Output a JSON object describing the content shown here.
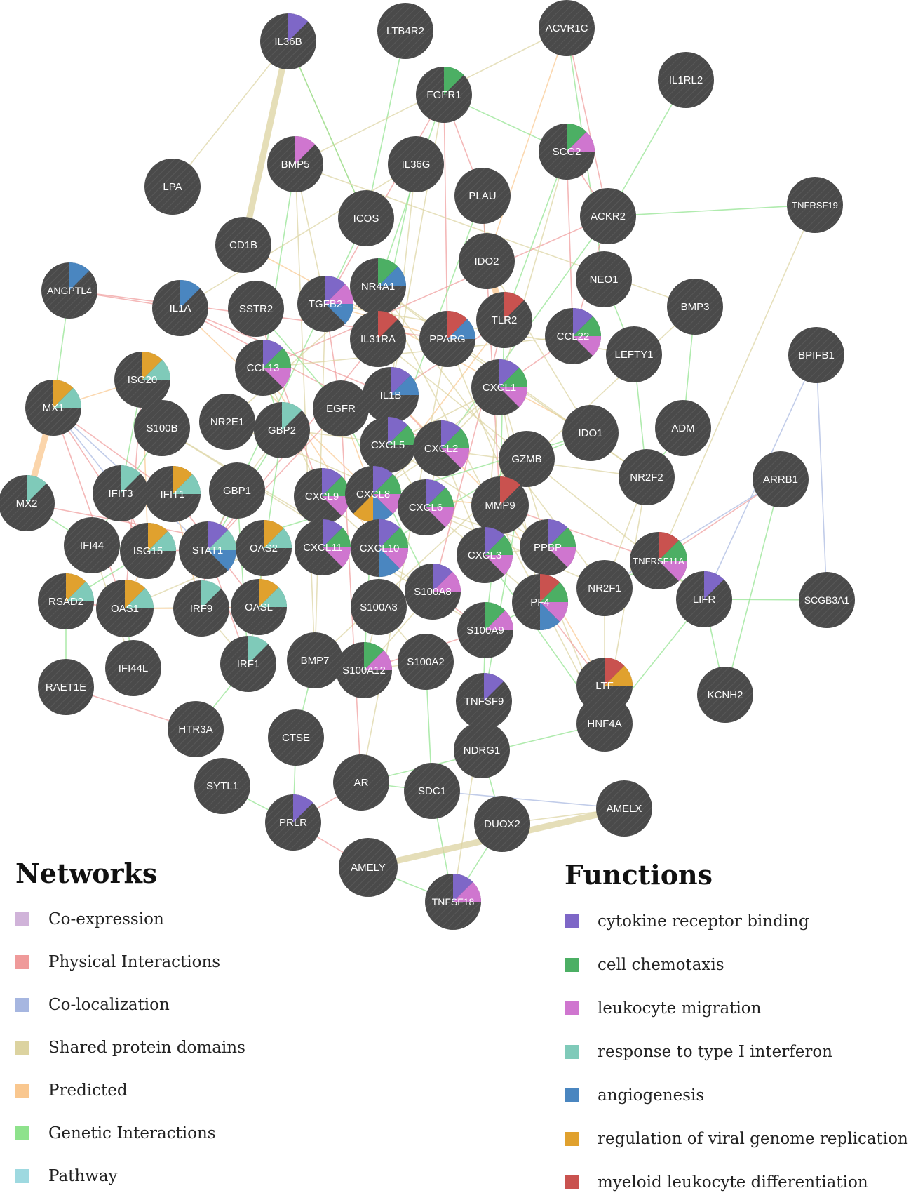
{
  "legend": {
    "networks_title": "Networks",
    "networks": [
      {
        "label": "Co-expression",
        "color": "#d0b3d9"
      },
      {
        "label": "Physical Interactions",
        "color": "#ef9a9a"
      },
      {
        "label": "Co-localization",
        "color": "#a6b6e0"
      },
      {
        "label": "Shared protein domains",
        "color": "#dcd3a0"
      },
      {
        "label": "Predicted",
        "color": "#f9c78f"
      },
      {
        "label": "Genetic Interactions",
        "color": "#8ee28c"
      },
      {
        "label": "Pathway",
        "color": "#9ed9e0"
      }
    ],
    "functions_title": "Functions",
    "functions": [
      {
        "label": "cytokine receptor binding",
        "color": "#7e67c7"
      },
      {
        "label": "cell chemotaxis",
        "color": "#4caf64"
      },
      {
        "label": "leukocyte migration",
        "color": "#cf76cf"
      },
      {
        "label": "response to type I interferon",
        "color": "#7fcab9"
      },
      {
        "label": "angiogenesis",
        "color": "#4a86c0"
      },
      {
        "label": "regulation of viral genome replication",
        "color": "#e0a12e"
      },
      {
        "label": "myeloid leukocyte differentiation",
        "color": "#c9524f"
      }
    ]
  },
  "network": {
    "nodes": [
      {
        "id": "IL36B",
        "functions": [
          "cytokine receptor binding"
        ]
      },
      {
        "id": "LTB4R2",
        "functions": []
      },
      {
        "id": "ACVR1C",
        "functions": []
      },
      {
        "id": "FGFR1",
        "functions": [
          "cell chemotaxis"
        ]
      },
      {
        "id": "IL1RL2",
        "functions": []
      },
      {
        "id": "BMP5",
        "functions": [
          "leukocyte migration"
        ]
      },
      {
        "id": "IL36G",
        "functions": []
      },
      {
        "id": "SCG2",
        "functions": [
          "cell chemotaxis",
          "leukocyte migration"
        ]
      },
      {
        "id": "LPA",
        "functions": []
      },
      {
        "id": "PLAU",
        "functions": []
      },
      {
        "id": "ICOS",
        "functions": []
      },
      {
        "id": "ACKR2",
        "functions": []
      },
      {
        "id": "TNFRSF19",
        "functions": []
      },
      {
        "id": "CD1B",
        "functions": []
      },
      {
        "id": "IDO2",
        "functions": []
      },
      {
        "id": "ANGPTL4",
        "functions": [
          "angiogenesis"
        ]
      },
      {
        "id": "NR4A1",
        "functions": [
          "cell chemotaxis",
          "angiogenesis"
        ]
      },
      {
        "id": "NEO1",
        "functions": []
      },
      {
        "id": "IL1A",
        "functions": [
          "angiogenesis"
        ]
      },
      {
        "id": "SSTR2",
        "functions": []
      },
      {
        "id": "TGFB2",
        "functions": [
          "cytokine receptor binding",
          "leukocyte migration",
          "angiogenesis"
        ]
      },
      {
        "id": "BMP3",
        "functions": []
      },
      {
        "id": "TLR2",
        "functions": [
          "myeloid leukocyte differentiation"
        ]
      },
      {
        "id": "IL31RA",
        "functions": [
          "myeloid leukocyte differentiation"
        ]
      },
      {
        "id": "PPARG",
        "functions": [
          "myeloid leukocyte differentiation",
          "angiogenesis"
        ]
      },
      {
        "id": "CCL22",
        "functions": [
          "cytokine receptor binding",
          "cell chemotaxis",
          "leukocyte migration"
        ]
      },
      {
        "id": "LEFTY1",
        "functions": []
      },
      {
        "id": "BPIFB1",
        "functions": []
      },
      {
        "id": "CCL13",
        "functions": [
          "cytokine receptor binding",
          "cell chemotaxis",
          "leukocyte migration"
        ]
      },
      {
        "id": "ISG20",
        "functions": [
          "regulation of viral genome replication",
          "response to type I interferon"
        ]
      },
      {
        "id": "CXCL1",
        "functions": [
          "cytokine receptor binding",
          "cell chemotaxis",
          "leukocyte migration"
        ]
      },
      {
        "id": "IL1B",
        "functions": [
          "cytokine receptor binding",
          "angiogenesis"
        ]
      },
      {
        "id": "MX1",
        "functions": [
          "regulation of viral genome replication",
          "response to type I interferon"
        ]
      },
      {
        "id": "EGFR",
        "functions": []
      },
      {
        "id": "ADM",
        "functions": []
      },
      {
        "id": "S100B",
        "functions": []
      },
      {
        "id": "NR2E1",
        "functions": []
      },
      {
        "id": "GBP2",
        "functions": [
          "response to type I interferon"
        ]
      },
      {
        "id": "CXCL5",
        "functions": [
          "cytokine receptor binding",
          "cell chemotaxis"
        ]
      },
      {
        "id": "CXCL2",
        "functions": [
          "cytokine receptor binding",
          "cell chemotaxis",
          "leukocyte migration"
        ]
      },
      {
        "id": "IDO1",
        "functions": []
      },
      {
        "id": "GZMB",
        "functions": []
      },
      {
        "id": "NR2F2",
        "functions": []
      },
      {
        "id": "ARRB1",
        "functions": []
      },
      {
        "id": "MX2",
        "functions": [
          "response to type I interferon"
        ]
      },
      {
        "id": "IFIT3",
        "functions": [
          "response to type I interferon"
        ]
      },
      {
        "id": "IFIT1",
        "functions": [
          "regulation of viral genome replication",
          "response to type I interferon"
        ]
      },
      {
        "id": "GBP1",
        "functions": []
      },
      {
        "id": "CXCL9",
        "functions": [
          "cytokine receptor binding",
          "cell chemotaxis",
          "leukocyte migration"
        ]
      },
      {
        "id": "CXCL8",
        "functions": [
          "cytokine receptor binding",
          "cell chemotaxis",
          "leukocyte migration",
          "angiogenesis",
          "regulation of viral genome replication"
        ]
      },
      {
        "id": "CXCL6",
        "functions": [
          "cytokine receptor binding",
          "cell chemotaxis",
          "leukocyte migration"
        ]
      },
      {
        "id": "MMP9",
        "functions": [
          "myeloid leukocyte differentiation"
        ]
      },
      {
        "id": "IFI44",
        "functions": []
      },
      {
        "id": "ISG15",
        "functions": [
          "regulation of viral genome replication",
          "response to type I interferon"
        ]
      },
      {
        "id": "STAT1",
        "functions": [
          "cytokine receptor binding",
          "response to type I interferon",
          "angiogenesis"
        ]
      },
      {
        "id": "OAS2",
        "functions": [
          "regulation of viral genome replication",
          "response to type I interferon"
        ]
      },
      {
        "id": "CXCL11",
        "functions": [
          "cytokine receptor binding",
          "cell chemotaxis",
          "leukocyte migration"
        ]
      },
      {
        "id": "CXCL10",
        "functions": [
          "cytokine receptor binding",
          "cell chemotaxis",
          "leukocyte migration",
          "angiogenesis"
        ]
      },
      {
        "id": "CXCL3",
        "functions": [
          "cytokine receptor binding",
          "cell chemotaxis",
          "leukocyte migration"
        ]
      },
      {
        "id": "PPBP",
        "functions": [
          "cytokine receptor binding",
          "cell chemotaxis",
          "leukocyte migration"
        ]
      },
      {
        "id": "TNFRSF11A",
        "functions": [
          "myeloid leukocyte differentiation",
          "cell chemotaxis",
          "leukocyte migration"
        ]
      },
      {
        "id": "RSAD2",
        "functions": [
          "regulation of viral genome replication",
          "response to type I interferon"
        ]
      },
      {
        "id": "OAS1",
        "functions": [
          "regulation of viral genome replication",
          "response to type I interferon"
        ]
      },
      {
        "id": "IRF9",
        "functions": [
          "response to type I interferon"
        ]
      },
      {
        "id": "OASL",
        "functions": [
          "regulation of viral genome replication",
          "response to type I interferon"
        ]
      },
      {
        "id": "S100A3",
        "functions": []
      },
      {
        "id": "S100A8",
        "functions": [
          "cytokine receptor binding",
          "leukocyte migration"
        ]
      },
      {
        "id": "PF4",
        "functions": [
          "myeloid leukocyte differentiation",
          "cell chemotaxis",
          "leukocyte migration",
          "angiogenesis"
        ]
      },
      {
        "id": "NR2F1",
        "functions": []
      },
      {
        "id": "LIFR",
        "functions": [
          "cytokine receptor binding"
        ]
      },
      {
        "id": "SCGB3A1",
        "functions": []
      },
      {
        "id": "S100A9",
        "functions": [
          "cell chemotaxis",
          "leukocyte migration"
        ]
      },
      {
        "id": "IFI44L",
        "functions": []
      },
      {
        "id": "IRF1",
        "functions": [
          "response to type I interferon"
        ]
      },
      {
        "id": "BMP7",
        "functions": []
      },
      {
        "id": "S100A12",
        "functions": [
          "cell chemotaxis",
          "leukocyte migration"
        ]
      },
      {
        "id": "S100A2",
        "functions": []
      },
      {
        "id": "RAET1E",
        "functions": []
      },
      {
        "id": "TNFSF9",
        "functions": [
          "cytokine receptor binding"
        ]
      },
      {
        "id": "LTF",
        "functions": [
          "myeloid leukocyte differentiation",
          "regulation of viral genome replication"
        ]
      },
      {
        "id": "KCNH2",
        "functions": []
      },
      {
        "id": "HTR3A",
        "functions": []
      },
      {
        "id": "HNF4A",
        "functions": []
      },
      {
        "id": "CTSE",
        "functions": []
      },
      {
        "id": "NDRG1",
        "functions": []
      },
      {
        "id": "SYTL1",
        "functions": []
      },
      {
        "id": "AR",
        "functions": []
      },
      {
        "id": "SDC1",
        "functions": []
      },
      {
        "id": "AMELX",
        "functions": []
      },
      {
        "id": "PRLR",
        "functions": [
          "cytokine receptor binding"
        ]
      },
      {
        "id": "DUOX2",
        "functions": []
      },
      {
        "id": "AMELY",
        "functions": []
      },
      {
        "id": "TNFSF18",
        "functions": [
          "cytokine receptor binding",
          "leukocyte migration"
        ]
      }
    ]
  }
}
